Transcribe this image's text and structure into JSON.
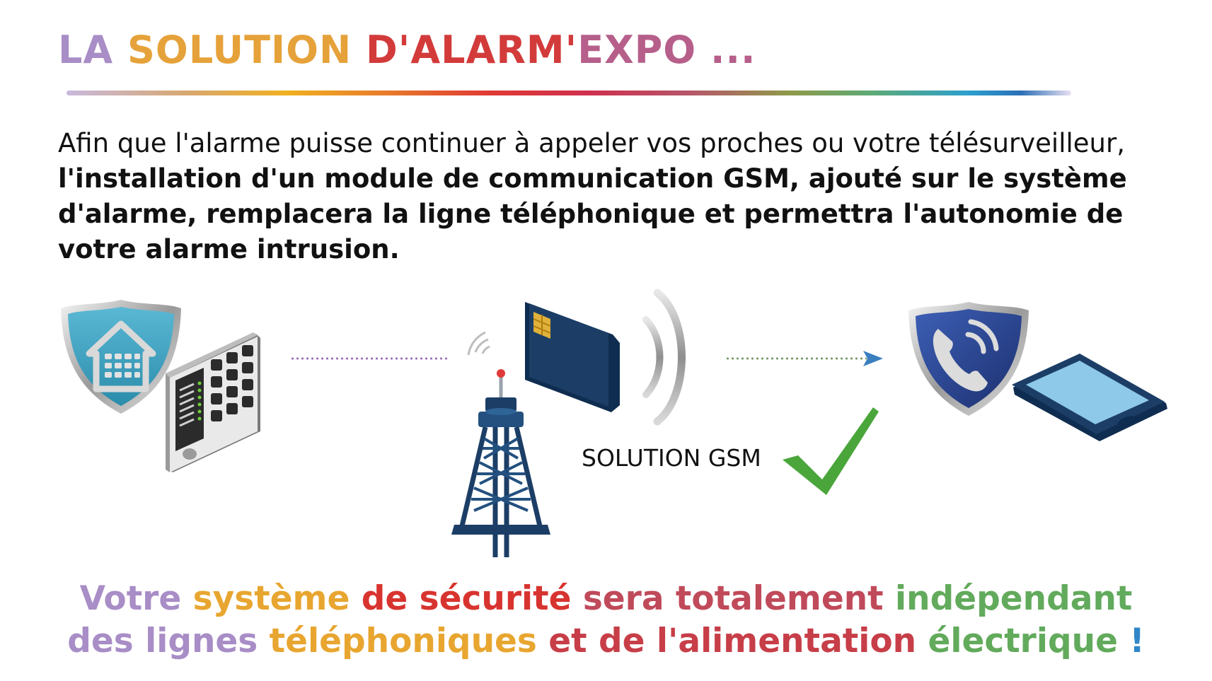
{
  "title": {
    "parts": [
      {
        "text": "LA ",
        "color": "#a88dc6"
      },
      {
        "text": "SOLUTION ",
        "color": "#e6a23a"
      },
      {
        "text": "D'ALARM'",
        "color": "#d33b3b"
      },
      {
        "text": "EXPO ...",
        "color": "#b65f8a"
      }
    ]
  },
  "intro": {
    "line1": "Afin que l'alarme puisse continuer à appeler vos proches ou votre télésurveilleur,",
    "bold": "l'installation d'un module de communication GSM, ajouté sur le système d'alarme, remplacera la ligne téléphonique et permettra l'autonomie de votre alarme intrusion."
  },
  "diagram": {
    "gsm_label": "SOLUTION GSM",
    "icons": [
      "alarm-shield-icon",
      "keypad-icon",
      "cell-tower-icon",
      "sim-card-icon",
      "signal-waves-icon",
      "checkmark-icon",
      "phone-shield-icon",
      "smartphone-icon",
      "arrow-icon"
    ],
    "colors": {
      "teal": "#3aa5c3",
      "navy": "#1c3e66",
      "blue": "#2c4fa3",
      "green": "#4aa63a"
    }
  },
  "closing": {
    "line1": [
      {
        "text": "Votre ",
        "color": "#a88dc6"
      },
      {
        "text": "système ",
        "color": "#e8a630"
      },
      {
        "text": "de sécurité ",
        "color": "#d8342f"
      },
      {
        "text": "sera totalement ",
        "color": "#c04a5a"
      },
      {
        "text": "indépendant",
        "color": "#62aa5c"
      }
    ],
    "line2": [
      {
        "text": "des lignes ",
        "color": "#a88dc6"
      },
      {
        "text": "téléphoniques ",
        "color": "#e8a630"
      },
      {
        "text": "et de l'alimentation ",
        "color": "#c73e48"
      },
      {
        "text": "électrique",
        "color": "#62aa5c"
      },
      {
        "text": " !",
        "color": "#2f86c8"
      }
    ]
  }
}
